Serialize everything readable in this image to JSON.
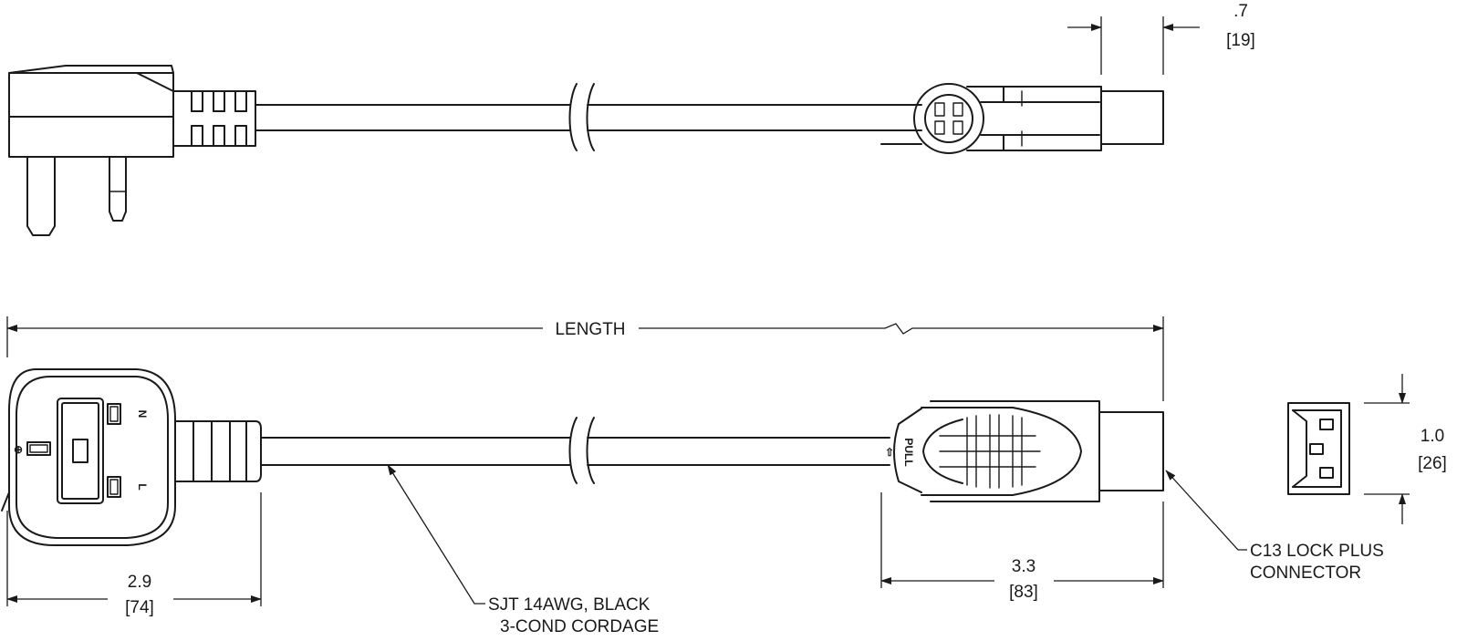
{
  "dimensions": {
    "length": {
      "label": "LENGTH"
    },
    "plug_length": {
      "inch": "2.9",
      "mm": "[74]"
    },
    "connector_length": {
      "inch": "3.3",
      "mm": "[83]"
    },
    "connector_thickness": {
      "inch": ".7",
      "mm": "[19]"
    },
    "connector_width": {
      "inch": "1.0",
      "mm": "[26]"
    }
  },
  "callouts": {
    "cordage": {
      "line1": "SJT 14AWG, BLACK",
      "line2": "3-COND CORDAGE"
    },
    "connector": {
      "line1": "C13 LOCK PLUS",
      "line2": "CONNECTOR"
    }
  },
  "plug_markings": {
    "neutral": "N",
    "live": "L",
    "earth": "⊕"
  },
  "connector_markings": {
    "pull": "PULL",
    "pull_arrow": "⇧"
  }
}
